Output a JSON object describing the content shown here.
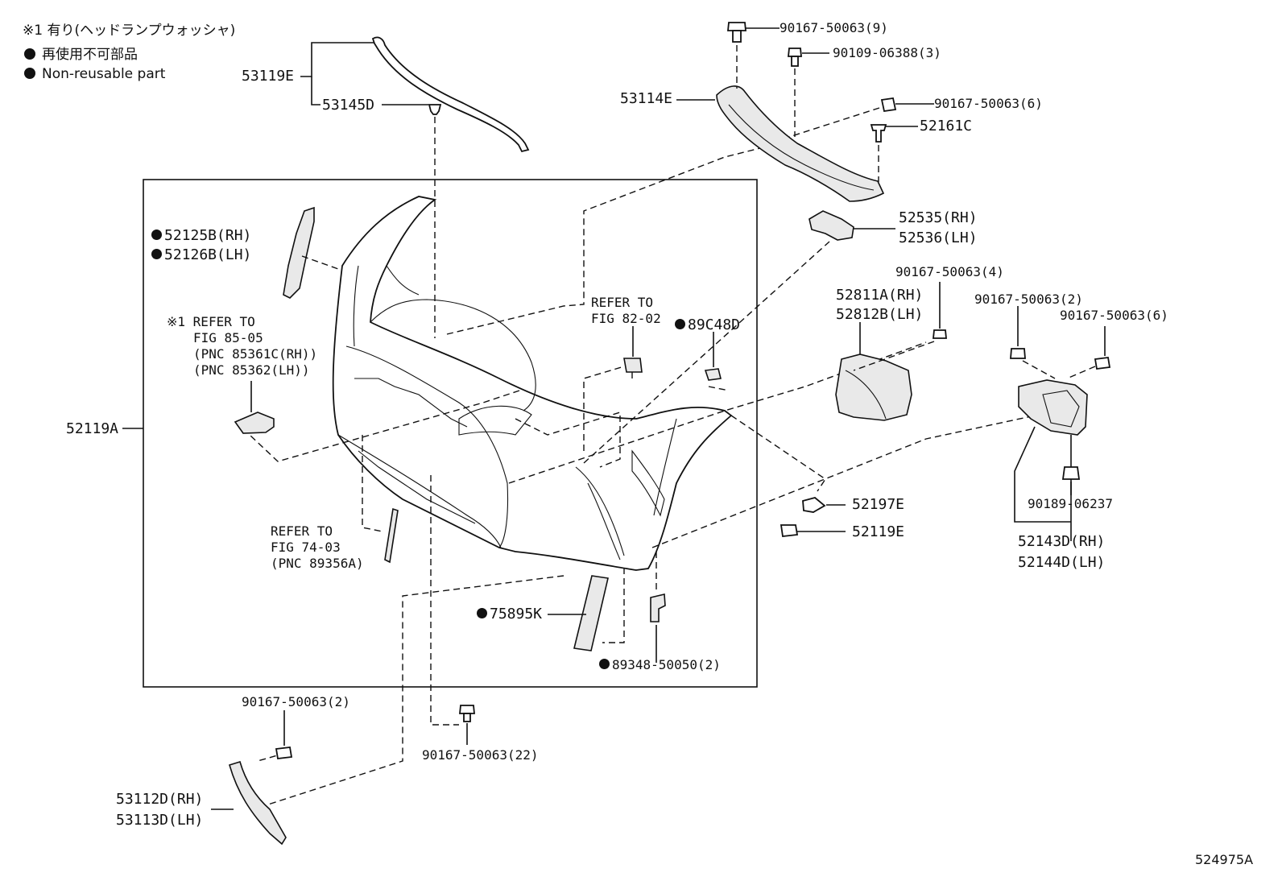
{
  "diagram_code": "524975A",
  "legend": {
    "note_1": "※1 有り(ヘッドランプウォッシャ)",
    "non_reusable_jp": "再使用不可部品",
    "non_reusable_en": "Non-reusable part"
  },
  "parts": {
    "p53119E": "53119E",
    "p53145D": "53145D",
    "p52125B": "52125B(RH)",
    "p52126B": "52126B(LH)",
    "refer_8505_line1": "※1 REFER TO",
    "refer_8505_line2": "FIG 85-05",
    "refer_8505_line3": "(PNC 85361C(RH))",
    "refer_8505_line4": "(PNC 85362(LH))",
    "p52119A": "52119A",
    "refer_7403_line1": "REFER TO",
    "refer_7403_line2": "FIG 74-03",
    "refer_7403_line3": "(PNC 89356A)",
    "refer_8202_line1": "REFER TO",
    "refer_8202_line2": "FIG 82-02",
    "p89C48D": "89C48D",
    "p75895K": "75895K",
    "p89348": "89348-50050(2)",
    "p90167_9": "90167-50063(9)",
    "p90109": "90109-06388(3)",
    "p53114E": "53114E",
    "p90167_6a": "90167-50063(6)",
    "p52161C": "52161C",
    "p52535": "52535(RH)",
    "p52536": "52536(LH)",
    "p90167_4": "90167-50063(4)",
    "p52811A": "52811A(RH)",
    "p52812B": "52812B(LH)",
    "p90167_2a": "90167-50063(2)",
    "p90167_6b": "90167-50063(6)",
    "p52197E": "52197E",
    "p52119E": "52119E",
    "p90189": "90189-06237",
    "p52143D": "52143D(RH)",
    "p52144D": "52144D(LH)",
    "p90167_2b": "90167-50063(2)",
    "p90167_22": "90167-50063(22)",
    "p53112D": "53112D(RH)",
    "p53113D": "53113D(LH)"
  }
}
